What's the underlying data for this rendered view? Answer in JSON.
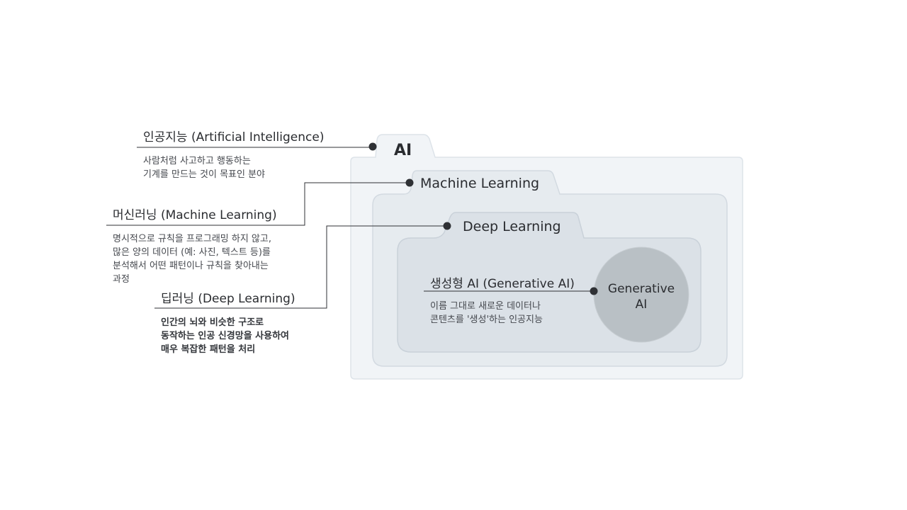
{
  "boxes": {
    "ai": {
      "label": "AI"
    },
    "ml": {
      "label": "Machine Learning"
    },
    "dl": {
      "label": "Deep Learning"
    },
    "gen": {
      "label": "Generative\nAI"
    }
  },
  "annotations": {
    "ai": {
      "title": "인공지능 (Artificial Intelligence)",
      "desc": "사람처럼 사고하고 행동하는\n기계를 만드는 것이 목표인 분야"
    },
    "ml": {
      "title": "머신러닝 (Machine Learning)",
      "desc": "명시적으로 규칙을 프로그래밍 하지 않고,\n많은 양의 데이터 (예: 사진, 텍스트 등)를\n분석해서 어떤 패턴이나 규칙을 찾아내는\n과정"
    },
    "dl": {
      "title": "딥러닝 (Deep Learning)",
      "desc": "인간의 뇌와 비슷한 구조로\n동작하는 인공 신경망을 사용하여\n매우 복잡한 패턴을 처리"
    },
    "gen": {
      "title": "생성형 AI (Generative AI)",
      "desc": "이름 그대로 새로운 데이터나\n콘텐츠를 '생성'하는 인공지능"
    }
  },
  "colors": {
    "ai_fill": "#f1f4f7",
    "ai_stroke": "#dde3e9",
    "ml_fill": "#e6ebef",
    "ml_stroke": "#d3dae1",
    "dl_fill": "#dbe1e7",
    "dl_stroke": "#c9d1d9",
    "circle_fill": "#b9c0c5",
    "line": "#2f3135",
    "dot": "#2f3135"
  }
}
